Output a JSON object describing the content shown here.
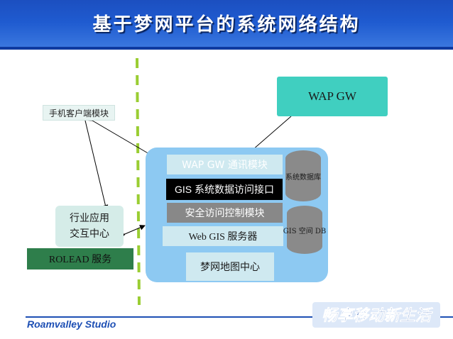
{
  "title": "基于梦网平台的系统网络结构",
  "nodes": {
    "mobile_client": "手机客户端模块",
    "wap_gw": "WAP GW",
    "wap_comm_module": "WAP GW 通讯模块",
    "gis_data_access": "GIS 系统数据访问接口",
    "security_control": "安全访问控制模块",
    "webgis_server": "Web GIS 服务器",
    "map_center": "梦网地图中心",
    "system_db": "系统数据库",
    "gis_db": "GIS 空间 DB",
    "industry_line1": "行业应用",
    "industry_line2": "交互中心",
    "rolead": "ROLEAD 服务"
  },
  "footer": {
    "studio": "Roamvalley Studio",
    "slogan": "畅享移动新生活"
  },
  "colors": {
    "header_blue": "#1f5bd0",
    "gateway_teal": "#40cfc0",
    "panel_blue": "#8dc9f2",
    "boundary_green": "#9acd32",
    "rolead_green": "#2e7e4b"
  }
}
